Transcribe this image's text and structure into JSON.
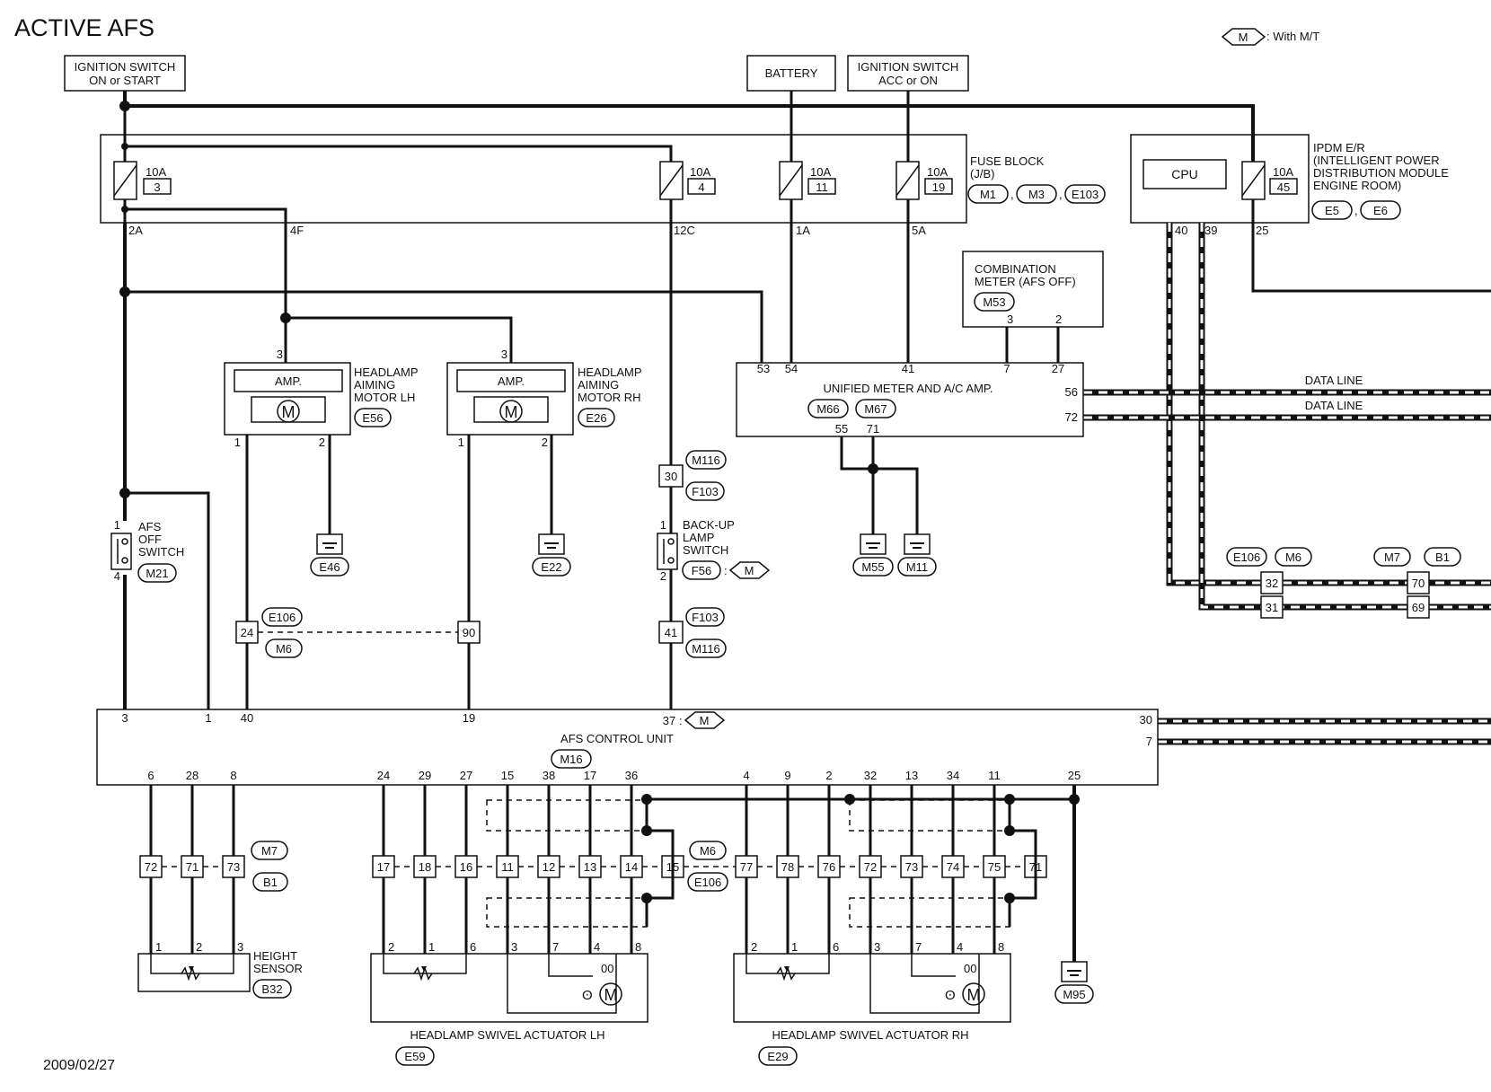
{
  "title": "ACTIVE AFS",
  "date": "2009/02/27",
  "legend": {
    "symbol": "M",
    "text": ": With M/T"
  },
  "power": {
    "ign_start": [
      "IGNITION SWITCH",
      "ON or START"
    ],
    "battery": "BATTERY",
    "ign_acc": [
      "IGNITION SWITCH",
      "ACC or ON"
    ]
  },
  "fuse_block": {
    "label": [
      "FUSE BLOCK",
      "(J/B)"
    ],
    "connectors": [
      "M1",
      "M3",
      "E103"
    ],
    "fuses": [
      {
        "rating": "10A",
        "num": "3",
        "out": "2A"
      },
      {
        "rating": "10A",
        "num": "4",
        "out": "12C"
      },
      {
        "rating": "10A",
        "num": "11",
        "out": "1A"
      },
      {
        "rating": "10A",
        "num": "19",
        "out": "5A"
      }
    ],
    "pin_4f": "4F"
  },
  "ipdm": {
    "label": [
      "IPDM E/R",
      "(INTELLIGENT POWER",
      "DISTRIBUTION MODULE",
      "ENGINE ROOM)"
    ],
    "connectors": [
      "E5",
      "E6"
    ],
    "cpu": "CPU",
    "fuse": {
      "rating": "10A",
      "num": "45"
    },
    "pins": [
      "40",
      "39",
      "25"
    ]
  },
  "combination_meter": {
    "label": [
      "COMBINATION",
      "METER (AFS OFF)"
    ],
    "connector": "M53",
    "pins": [
      "3",
      "2"
    ]
  },
  "unified_meter": {
    "label": "UNIFIED METER AND A/C AMP.",
    "connectors": [
      "M66",
      "M67"
    ],
    "top_pins": [
      "53",
      "54",
      "41",
      "7",
      "27"
    ],
    "right_pins": [
      "56",
      "72"
    ],
    "bottom_pins": [
      "55",
      "71"
    ],
    "data_line": "DATA LINE"
  },
  "aiming_lh": {
    "label": [
      "HEADLAMP",
      "AIMING",
      "MOTOR LH"
    ],
    "connector": "E56",
    "amp": "AMP.",
    "motor": "M",
    "pins": [
      "3",
      "1",
      "2"
    ],
    "ground": "E46"
  },
  "aiming_rh": {
    "label": [
      "HEADLAMP",
      "AIMING",
      "MOTOR RH"
    ],
    "connector": "E26",
    "amp": "AMP.",
    "motor": "M",
    "pins": [
      "3",
      "1",
      "2"
    ],
    "ground": "E22"
  },
  "afs_off_switch": {
    "label": [
      "AFS",
      "OFF",
      "SWITCH"
    ],
    "connector": "M21",
    "pins": [
      "1",
      "4"
    ]
  },
  "backup_switch": {
    "label": [
      "BACK-UP",
      "LAMP",
      "SWITCH"
    ],
    "connector": "F56",
    "mt": "M",
    "pins": [
      "1",
      "2"
    ]
  },
  "joints": {
    "j_24_90": {
      "pins": [
        "24",
        "90"
      ],
      "connectors": [
        "E106",
        "M6"
      ]
    },
    "j_30": {
      "pin": "30",
      "connectors": [
        "M116",
        "F103"
      ]
    },
    "j_41": {
      "pin": "41",
      "connectors": [
        "F103",
        "M116"
      ]
    },
    "j_can1": {
      "pins": [
        "32",
        "31"
      ],
      "connectors": [
        "E106",
        "M6"
      ]
    },
    "j_can2": {
      "pins": [
        "70",
        "69"
      ],
      "connectors": [
        "M7",
        "B1"
      ]
    }
  },
  "grounds": [
    "M55",
    "M11",
    "M95"
  ],
  "afs_unit": {
    "label": "AFS CONTROL UNIT",
    "connector": "M16",
    "mt": "M",
    "top_pins": [
      "3",
      "1",
      "40",
      "19",
      "37"
    ],
    "right_pins": [
      "30",
      "7"
    ],
    "bottom_pins": [
      "6",
      "28",
      "8",
      "24",
      "29",
      "27",
      "15",
      "38",
      "17",
      "36",
      "4",
      "9",
      "2",
      "32",
      "13",
      "34",
      "11",
      "25"
    ]
  },
  "row_joints": {
    "height": {
      "pins": [
        "72",
        "71",
        "73"
      ],
      "connectors": [
        "M7",
        "B1"
      ]
    },
    "main": {
      "pins": [
        "17",
        "18",
        "16",
        "11",
        "12",
        "13",
        "14",
        "15",
        "77",
        "78",
        "76",
        "72",
        "73",
        "74",
        "75",
        "71"
      ],
      "connectors": [
        "M6",
        "E106"
      ]
    }
  },
  "height_sensor": {
    "label": [
      "HEIGHT",
      "SENSOR"
    ],
    "connector": "B32",
    "pins": [
      "1",
      "2",
      "3"
    ]
  },
  "swivel_lh": {
    "label": "HEADLAMP SWIVEL ACTUATOR LH",
    "connector": "E59",
    "pins": [
      "2",
      "1",
      "6",
      "3",
      "7",
      "4",
      "8"
    ],
    "motor": "M"
  },
  "swivel_rh": {
    "label": "HEADLAMP SWIVEL ACTUATOR RH",
    "connector": "E29",
    "pins": [
      "2",
      "1",
      "6",
      "3",
      "7",
      "4",
      "8"
    ],
    "motor": "M"
  }
}
